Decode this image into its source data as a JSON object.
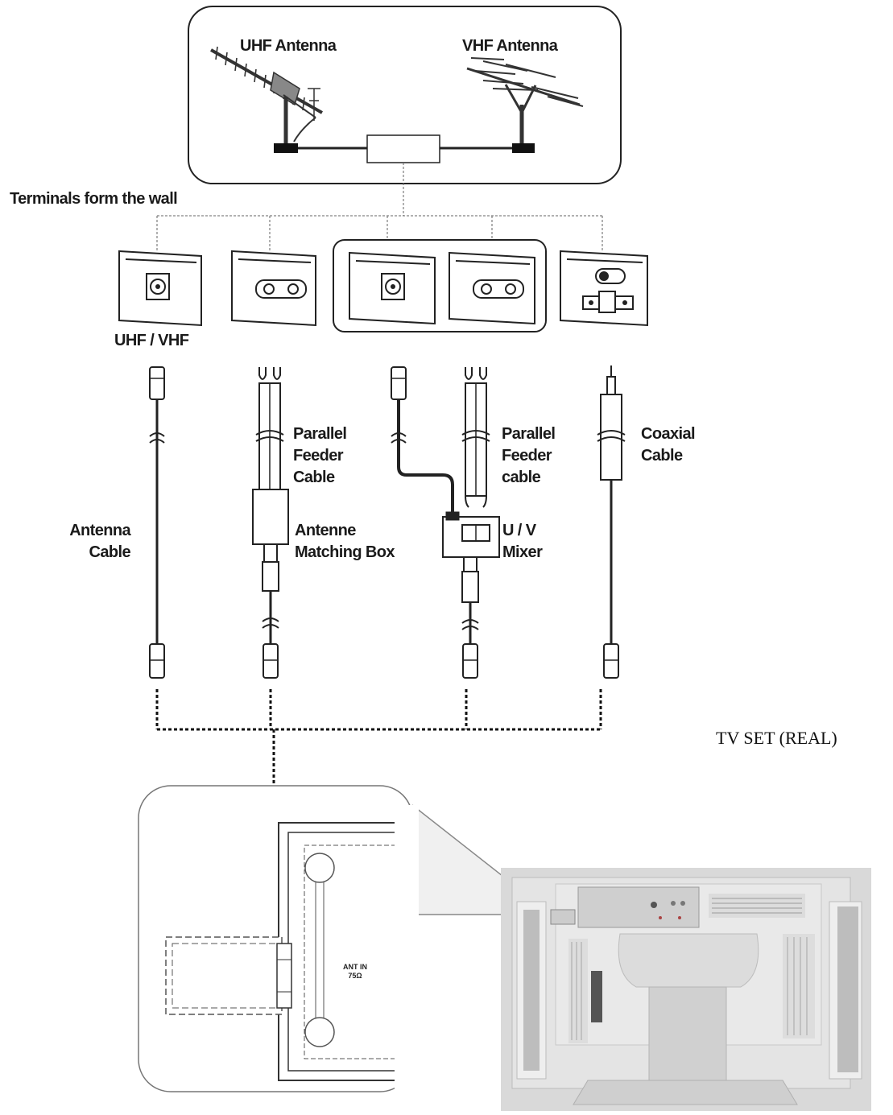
{
  "antennas": {
    "uhf": "UHF Antenna",
    "vhf": "VHF Antenna"
  },
  "wall_terminals_label": "Terminals form the wall",
  "terminal_uhf_vhf_label": "UHF / VHF",
  "cables": {
    "antenna_cable": "Antenna\nCable",
    "parallel_feeder_cable_1": "Parallel\nFeeder\nCable",
    "antenna_matching_box": "Antenne\nMatching Box",
    "parallel_feeder_cable_2": "Parallel\nFeeder\ncable",
    "uv_mixer": "U / V\nMixer",
    "coaxial_cable": "Coaxial\nCable"
  },
  "tv_set_label": "TV SET (REAL)",
  "ant_in_label": "ANT IN\n75Ω"
}
